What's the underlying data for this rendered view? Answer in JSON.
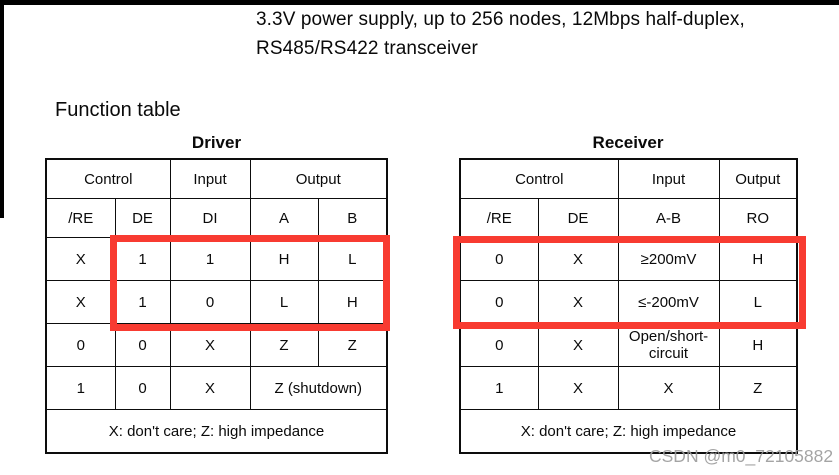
{
  "page": {
    "header_line1": "3.3V power supply, up to 256 nodes, 12Mbps half-duplex,",
    "header_line2": "RS485/RS422 transceiver",
    "section_title": "Function table",
    "watermark": "CSDN @m0_72105882"
  },
  "colors": {
    "highlight_red": "#f83b31",
    "border_black": "#0d0d0d",
    "watermark_gray": "#9b9b9b"
  },
  "driver": {
    "title": "Driver",
    "header_groups": [
      "Control",
      "Input",
      "Output"
    ],
    "columns": [
      "/RE",
      "DE",
      "DI",
      "A",
      "B"
    ],
    "rows": [
      [
        "X",
        "1",
        "1",
        "H",
        "L"
      ],
      [
        "X",
        "1",
        "0",
        "L",
        "H"
      ],
      [
        "0",
        "0",
        "X",
        "Z",
        "Z"
      ],
      [
        "1",
        "0",
        "X",
        "Z (shutdown)"
      ]
    ],
    "footnote": "X: don't care; Z: high impedance"
  },
  "receiver": {
    "title": "Receiver",
    "header_groups": [
      "Control",
      "Input",
      "Output"
    ],
    "columns": [
      "/RE",
      "DE",
      "A-B",
      "RO"
    ],
    "rows": [
      [
        "0",
        "X",
        "≥200mV",
        "H"
      ],
      [
        "0",
        "X",
        "≤-200mV",
        "L"
      ],
      [
        "0",
        "X",
        "Open/short-circuit",
        "H"
      ],
      [
        "1",
        "X",
        "X",
        "Z"
      ]
    ],
    "footnote": "X: don't care; Z: high impedance"
  }
}
